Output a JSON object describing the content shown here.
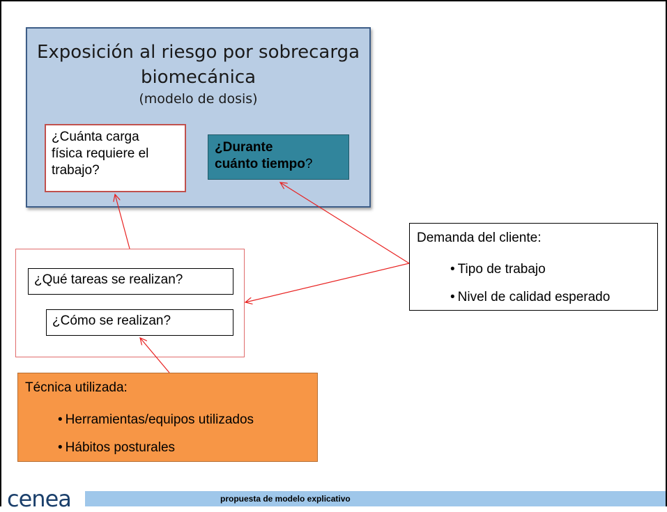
{
  "main": {
    "title_line1": "Exposición al riesgo por sobrecarga",
    "title_line2": "biomecánica",
    "subtitle": "(modelo de dosis)"
  },
  "q_carga": {
    "line1": "¿Cuánta carga",
    "line2": "física requiere el",
    "line3": "trabajo?"
  },
  "q_tiempo": {
    "bold_line1": "¿Durante",
    "bold_line2": "cuánto tiempo",
    "suffix": "?"
  },
  "q_tareas": "¿Qué tareas se realizan?",
  "q_como": "¿Cómo se realizan?",
  "demanda": {
    "title": "Demanda del cliente:",
    "items": [
      "Tipo de trabajo",
      "Nivel de calidad esperado"
    ]
  },
  "tecnica": {
    "title": "Técnica utilizada:",
    "items": [
      "Herramientas/equipos utilizados",
      "Hábitos posturales"
    ]
  },
  "footer": {
    "logo": "cenea",
    "caption": "propuesta de modelo explicativo"
  },
  "colors": {
    "main_fill": "#b9cde4",
    "tiempo_fill": "#31859c",
    "tecnica_fill": "#f79646",
    "arrow": "#e8201f",
    "footer_bar": "#9fc7ea"
  }
}
